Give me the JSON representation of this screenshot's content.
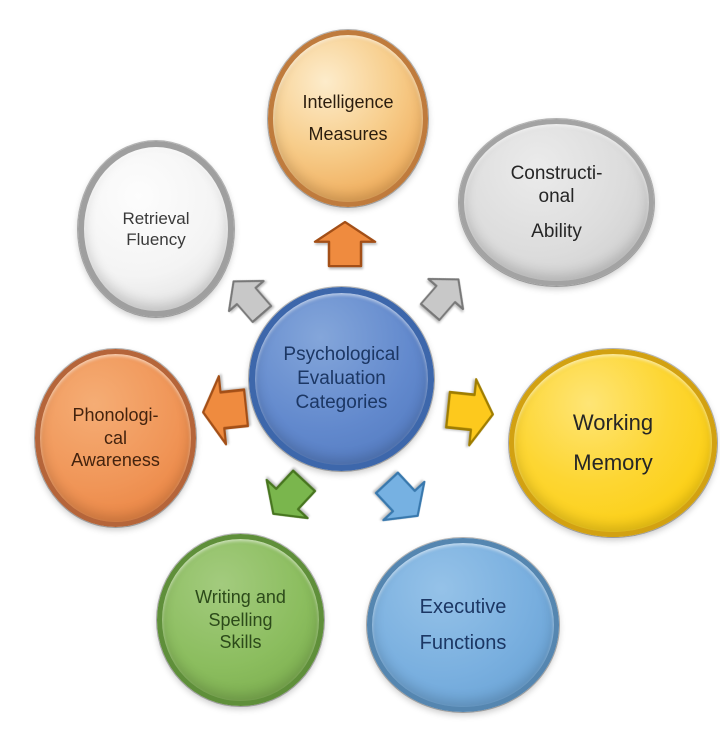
{
  "diagram": {
    "background": "#ffffff",
    "center": {
      "id": "psychological-evaluation-categories",
      "lines": [
        "Psychological\nEvaluation\nCategories"
      ],
      "fill": "#5b84cd",
      "border": "#3d67ab",
      "text_color": "#1c3764"
    },
    "nodes": [
      {
        "id": "intelligence-measures",
        "lines": [
          "Intelligence",
          "Measures"
        ],
        "fill": "#f6c57c",
        "border": "#bf7b3d",
        "text_color": "#2b1d0e"
      },
      {
        "id": "constructional-ability",
        "lines": [
          "Constructi-\nonal",
          "Ability"
        ],
        "fill": "#d7d7d7",
        "border": "#a3a3a3",
        "text_color": "#262626"
      },
      {
        "id": "working-memory",
        "lines": [
          "Working",
          "Memory"
        ],
        "fill": "#fdd116",
        "border": "#d2a112",
        "text_color": "#262626"
      },
      {
        "id": "executive-functions",
        "lines": [
          "Executive",
          "Functions"
        ],
        "fill": "#74abdb",
        "border": "#5586b0",
        "text_color": "#1c3764"
      },
      {
        "id": "writing-spelling-skills",
        "lines": [
          "Writing and\nSpelling\nSkills"
        ],
        "fill": "#86ba57",
        "border": "#5f8f3a",
        "text_color": "#2c4a1a"
      },
      {
        "id": "phonological-awareness",
        "lines": [
          "Phonologi-\ncal\nAwareness"
        ],
        "fill": "#f0935a",
        "border": "#b5653a",
        "text_color": "#44230e"
      },
      {
        "id": "retrieval-fluency",
        "lines": [
          "Retrieval\nFluency"
        ],
        "fill": "#f4f4f4",
        "border": "#9f9f9f",
        "text_color": "#3a3a3a"
      }
    ],
    "arrows": [
      {
        "id": "arrow-top",
        "direction": "up",
        "color": "#ef8b3f",
        "stroke": "#a34f17"
      },
      {
        "id": "arrow-top-left",
        "direction": "up-left",
        "color": "#c8c8c8",
        "stroke": "#787878"
      },
      {
        "id": "arrow-top-right",
        "direction": "up-right",
        "color": "#c8c8c8",
        "stroke": "#787878"
      },
      {
        "id": "arrow-left",
        "direction": "left",
        "color": "#ef8b3f",
        "stroke": "#a34f17"
      },
      {
        "id": "arrow-right",
        "direction": "right",
        "color": "#fdc91d",
        "stroke": "#9f7d00"
      },
      {
        "id": "arrow-bottom-left",
        "direction": "down-left",
        "color": "#7ab64d",
        "stroke": "#47751f"
      },
      {
        "id": "arrow-bottom-right",
        "direction": "down-right",
        "color": "#76b1e2",
        "stroke": "#3878ad"
      }
    ]
  }
}
